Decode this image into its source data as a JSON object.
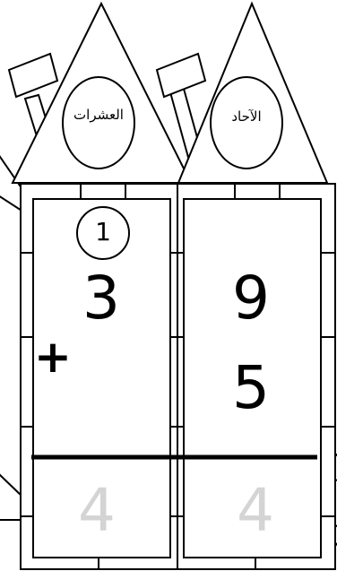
{
  "columns": {
    "tens": {
      "label": "العشرات",
      "top_digit": "3",
      "result_digit": "4"
    },
    "ones": {
      "label": "الآحاد",
      "top_digit": "9",
      "bottom_digit": "5",
      "result_digit": "4"
    }
  },
  "carry": "1",
  "operator": "+",
  "colors": {
    "ink": "#000000",
    "answer": "#d4d4d4",
    "paper": "#ffffff"
  }
}
